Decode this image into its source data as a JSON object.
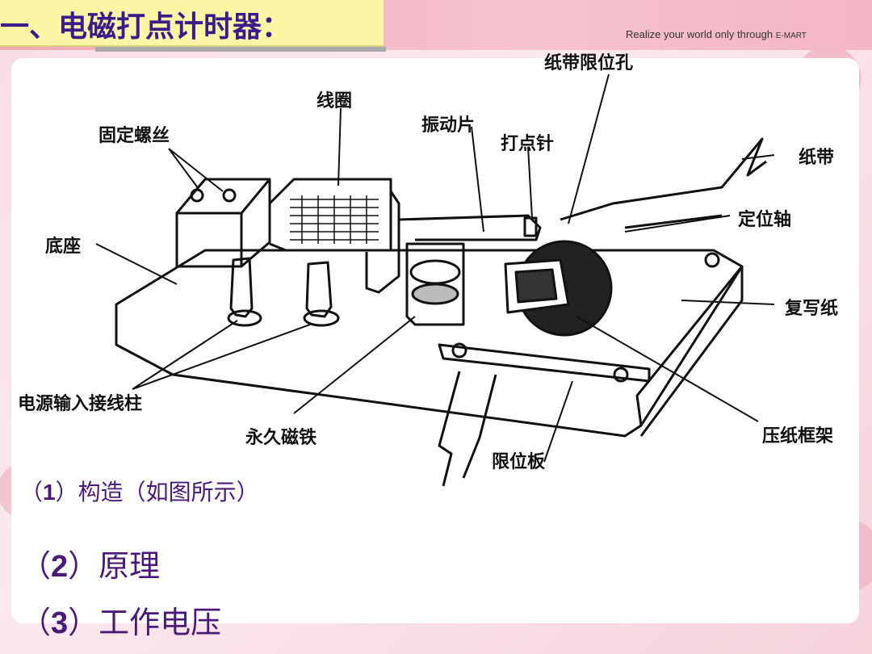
{
  "header": {
    "title": "一、电磁打点计时器：",
    "tagline": "Realize your world only through",
    "brand": "E-MART"
  },
  "diagram_labels": {
    "paper_hole": "纸带限位孔",
    "coil": "线圈",
    "screws": "固定螺丝",
    "vibrator": "振动片",
    "needle": "打点针",
    "tape": "纸带",
    "axis": "定位轴",
    "base": "底座",
    "carbon": "复写纸",
    "terminals": "电源输入接线柱",
    "magnet": "永久磁铁",
    "frame": "压纸框架",
    "limit_plate": "限位板"
  },
  "items": [
    {
      "num": "1",
      "text": "构造（如图所示）"
    },
    {
      "num": "2",
      "text": "原理"
    },
    {
      "num": "3",
      "text": "工作电压"
    }
  ],
  "colors": {
    "title_bg": "#fbf6a6",
    "title_text": "#3b1a8a",
    "item_text": "#4a1a78"
  }
}
